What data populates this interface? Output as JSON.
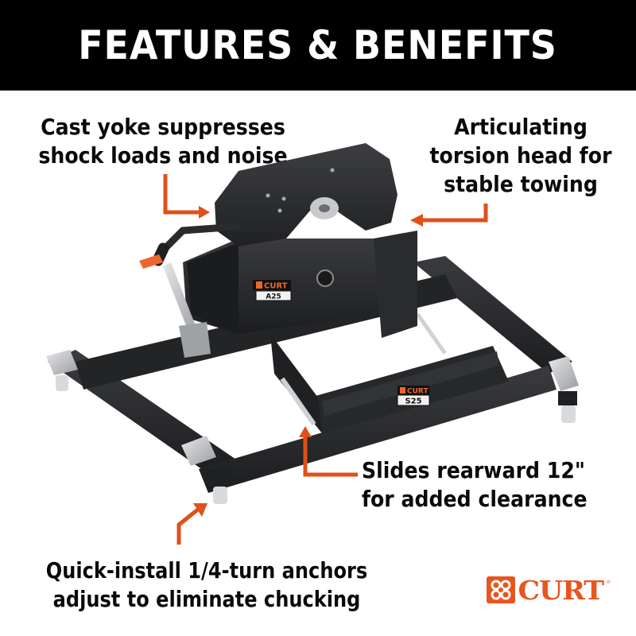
{
  "banner": {
    "title": "FEATURES & BENEFITS",
    "background": "#000000",
    "text_color": "#ffffff"
  },
  "callouts": {
    "yoke": {
      "lines": [
        "Cast yoke suppresses",
        "shock loads and noise"
      ]
    },
    "torsion": {
      "lines": [
        "Articulating",
        "torsion head for",
        "stable towing"
      ]
    },
    "slides": {
      "lines": [
        "Slides rearward 12\"",
        "for added clearance"
      ]
    },
    "anchors": {
      "lines": [
        "Quick-install 1/4-turn anchors",
        "adjust to eliminate chucking"
      ]
    }
  },
  "product": {
    "name": "fifth-wheel hitch",
    "head_label": {
      "brand": "CURT",
      "model": "A25"
    },
    "slider_label": {
      "brand": "CURT",
      "model": "S25"
    },
    "body_color": "#2b2c2e",
    "handle_accent": "#f0662a"
  },
  "brand_logo": {
    "text": "CURT",
    "registered": "®",
    "color": "#e8551e"
  },
  "colors": {
    "arrow": "#e0501a",
    "text": "#0a0a0a",
    "background": "#ffffff"
  }
}
